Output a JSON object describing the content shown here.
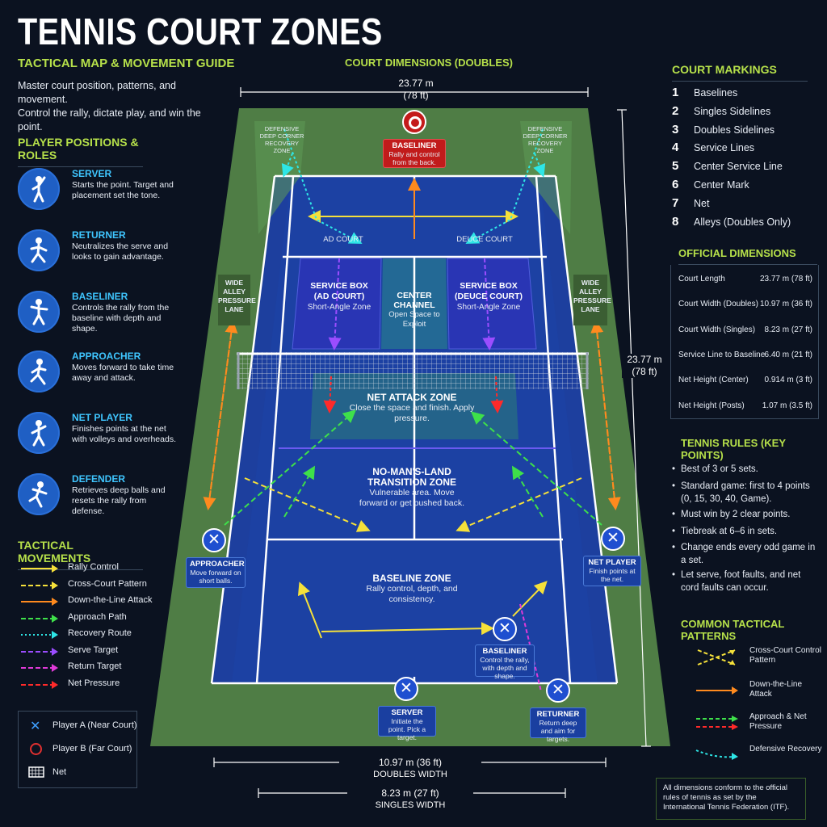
{
  "header": {
    "title": "TENNIS COURT ZONES",
    "subtitle": "TACTICAL MAP & MOVEMENT GUIDE",
    "intro_line1": "Master court position, patterns, and movement.",
    "intro_line2": "Control the rally, dictate play, and win the point."
  },
  "court_dimensions": {
    "heading": "COURT DIMENSIONS (DOUBLES)",
    "length_top": "23.77 m",
    "length_top_ft": "(78 ft)",
    "length_side": "23.77 m",
    "length_side_ft": "(78 ft)",
    "width_doubles": "10.97 m (36 ft)",
    "width_doubles_label": "DOUBLES WIDTH",
    "width_singles": "8.23 m (27 ft)",
    "width_singles_label": "SINGLES WIDTH"
  },
  "roles": {
    "heading": "PLAYER POSITIONS & ROLES",
    "items": [
      {
        "name": "SERVER",
        "desc": "Starts the point. Target and placement set the tone."
      },
      {
        "name": "RETURNER",
        "desc": "Neutralizes the serve and looks to gain advantage."
      },
      {
        "name": "BASELINER",
        "desc": "Controls the rally from the baseline with depth and shape."
      },
      {
        "name": "APPROACHER",
        "desc": "Moves forward to take time away and attack."
      },
      {
        "name": "NET PLAYER",
        "desc": "Finishes points at the net with volleys and overheads."
      },
      {
        "name": "DEFENDER",
        "desc": "Retrieves deep balls and resets the rally from defense."
      }
    ]
  },
  "movements": {
    "heading": "TACTICAL MOVEMENTS",
    "items": [
      {
        "label": "Rally Control",
        "color": "#f5e03a",
        "style": "solid"
      },
      {
        "label": "Cross-Court Pattern",
        "color": "#f5e03a",
        "style": "dashed"
      },
      {
        "label": "Down-the-Line Attack",
        "color": "#ff8a1e",
        "style": "solid"
      },
      {
        "label": "Approach Path",
        "color": "#3ee04a",
        "style": "dashed"
      },
      {
        "label": "Recovery Route",
        "color": "#2ee6e6",
        "style": "dotted"
      },
      {
        "label": "Serve Target",
        "color": "#9b4dff",
        "style": "dashed"
      },
      {
        "label": "Return Target",
        "color": "#e03ad8",
        "style": "dashed"
      },
      {
        "label": "Net Pressure",
        "color": "#ff2a2a",
        "style": "dashed"
      }
    ]
  },
  "legend": {
    "player_a": "Player A (Near Court)",
    "player_b": "Player B (Far Court)",
    "net": "Net"
  },
  "markings": {
    "heading": "COURT MARKINGS",
    "items": [
      {
        "num": "1",
        "label": "Baselines"
      },
      {
        "num": "2",
        "label": "Singles Sidelines"
      },
      {
        "num": "3",
        "label": "Doubles Sidelines"
      },
      {
        "num": "4",
        "label": "Service Lines"
      },
      {
        "num": "5",
        "label": "Center Service Line"
      },
      {
        "num": "6",
        "label": "Center Mark"
      },
      {
        "num": "7",
        "label": "Net"
      },
      {
        "num": "8",
        "label": "Alleys (Doubles Only)"
      }
    ]
  },
  "official_dims": {
    "heading": "OFFICIAL DIMENSIONS",
    "items": [
      {
        "label": "Court Length",
        "value": "23.77 m (78 ft)"
      },
      {
        "label": "Court Width (Doubles)",
        "value": "10.97 m (36 ft)"
      },
      {
        "label": "Court Width (Singles)",
        "value": "8.23 m (27 ft)"
      },
      {
        "label": "Service Line to Baseline",
        "value": "6.40 m (21 ft)"
      },
      {
        "label": "Net Height (Center)",
        "value": "0.914 m (3 ft)"
      },
      {
        "label": "Net Height (Posts)",
        "value": "1.07 m (3.5 ft)"
      }
    ]
  },
  "rules": {
    "heading": "TENNIS RULES (KEY POINTS)",
    "items": [
      "Best of 3 or 5 sets.",
      "Standard game: first to 4 points (0, 15, 30, 40, Game).",
      "Must win by 2 clear points.",
      "Tiebreak at 6–6 in sets.",
      "Change ends every odd game in a set.",
      "Let serve, foot faults, and net cord faults can occur."
    ]
  },
  "patterns": {
    "heading": "COMMON TACTICAL PATTERNS",
    "items": [
      {
        "label": "Cross-Court Control Pattern"
      },
      {
        "label": "Down-the-Line Attack"
      },
      {
        "label": "Approach & Net Pressure"
      },
      {
        "label": "Defensive Recovery"
      }
    ]
  },
  "footer": {
    "note": "All dimensions conform to the official rules of tennis as set by the International Tennis Federation (ITF)."
  },
  "court": {
    "def_left": "DEFENSIVE DEEP CORNER RECOVERY ZONE",
    "def_right": "DEFENSIVE DEEP CORNER RECOVERY ZONE",
    "baseliner_far_title": "BASELINER",
    "baseliner_far_desc": "Rally and control from the back.",
    "ad_court": "AD COURT",
    "deuce_court": "DEUCE COURT",
    "sb_ad_title": "SERVICE BOX (AD COURT)",
    "sb_ad_desc": "Short-Angle Zone",
    "center_title": "CENTER CHANNEL",
    "center_desc": "Open Space to Exploit",
    "sb_deuce_title": "SERVICE BOX (DEUCE COURT)",
    "sb_deuce_desc": "Short-Angle Zone",
    "alley_left": "WIDE ALLEY PRESSURE LANE",
    "alley_right": "WIDE ALLEY PRESSURE LANE",
    "net_attack_title": "NET ATTACK ZONE",
    "net_attack_desc": "Close the space and finish. Apply pressure.",
    "nomans_title": "NO-MAN'S-LAND TRANSITION ZONE",
    "nomans_desc": "Vulnerable area. Move forward or get pushed back.",
    "baseline_title": "BASELINE ZONE",
    "baseline_desc": "Rally control, depth, and consistency.",
    "approacher_title": "APPROACHER",
    "approacher_desc": "Move forward on short balls.",
    "netplayer_title": "NET PLAYER",
    "netplayer_desc": "Finish points at the net.",
    "baseliner_near_title": "BASELINER",
    "baseliner_near_desc": "Control the rally, with depth and shape.",
    "server_title": "SERVER",
    "server_desc": "Initiate the point. Pick a target.",
    "returner_title": "RETURNER",
    "returner_desc": "Return deep and aim for targets."
  },
  "colors": {
    "surround": "#5a8a4a",
    "court": "#1d3f9e",
    "bg": "#0b1220",
    "accent_green": "#b6e04a",
    "accent_cyan": "#3fc6ff"
  }
}
